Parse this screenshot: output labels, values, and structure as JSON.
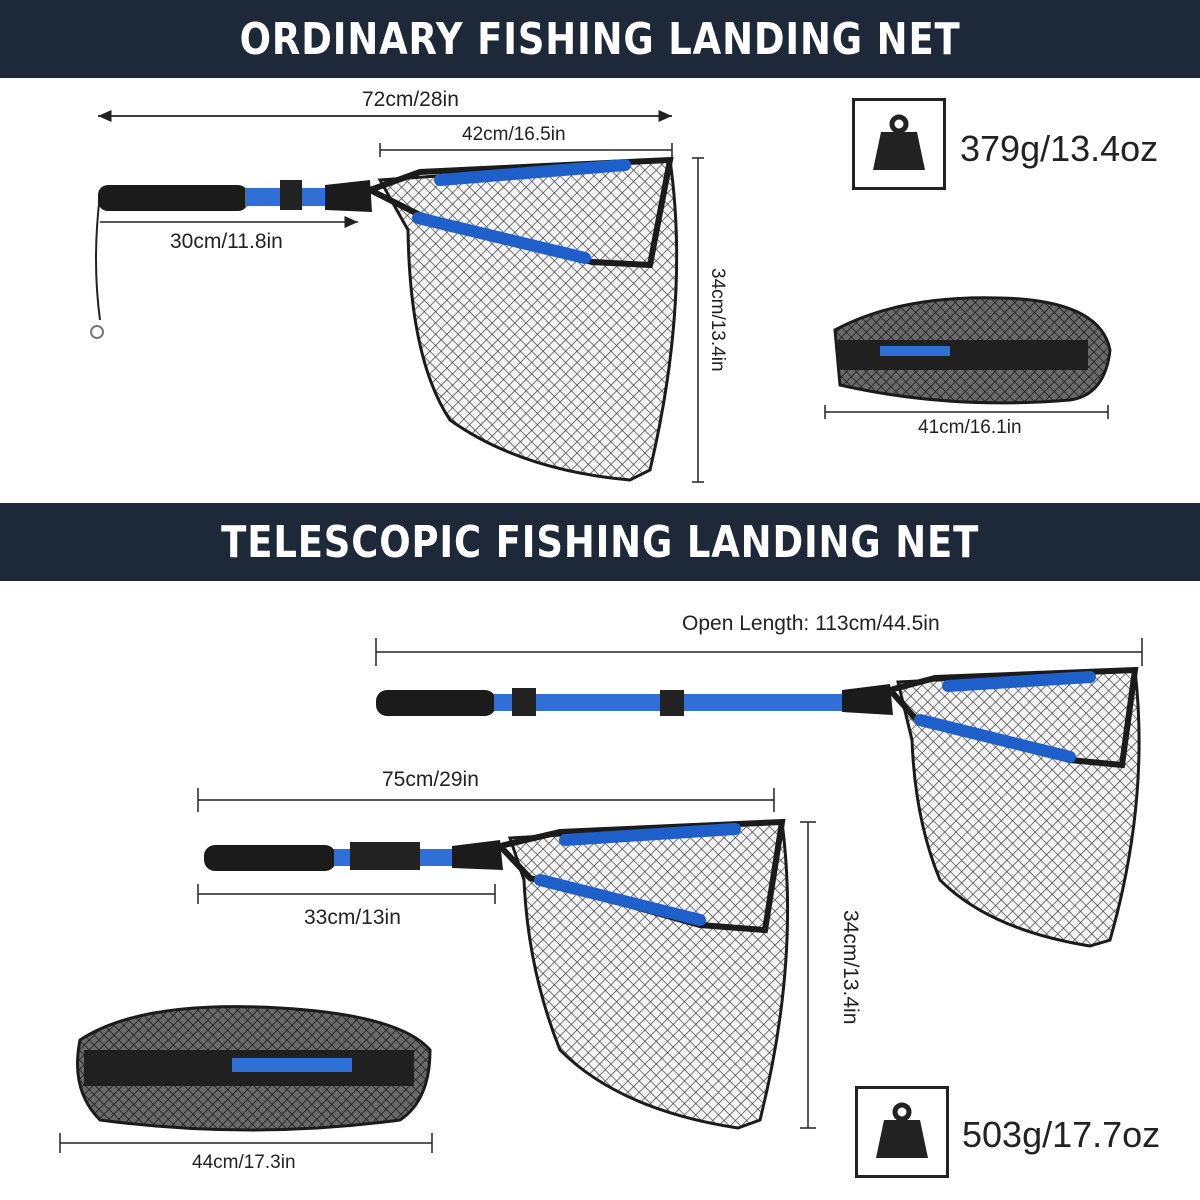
{
  "sections": {
    "ordinary": {
      "title": "ORDINARY FISHING LANDING NET",
      "total_length": "72cm/28in",
      "hoop_width": "42cm/16.5in",
      "handle_length": "30cm/11.8in",
      "net_depth": "34cm/13.4in",
      "folded_length": "41cm/16.1in",
      "weight": "379g/13.4oz"
    },
    "telescopic": {
      "title": "TELESCOPIC FISHING LANDING NET",
      "open_length": "Open Length: 113cm/44.5in",
      "closed_length": "75cm/29in",
      "handle_length": "33cm/13in",
      "net_depth": "34cm/13.4in",
      "folded_length": "44cm/17.3in",
      "weight": "503g/17.7oz"
    }
  },
  "icons": {
    "weight": "weight-icon"
  },
  "colors": {
    "banner": "#1d2939",
    "accent_blue": "#1f5fc9",
    "net": "#2a2a2a"
  }
}
